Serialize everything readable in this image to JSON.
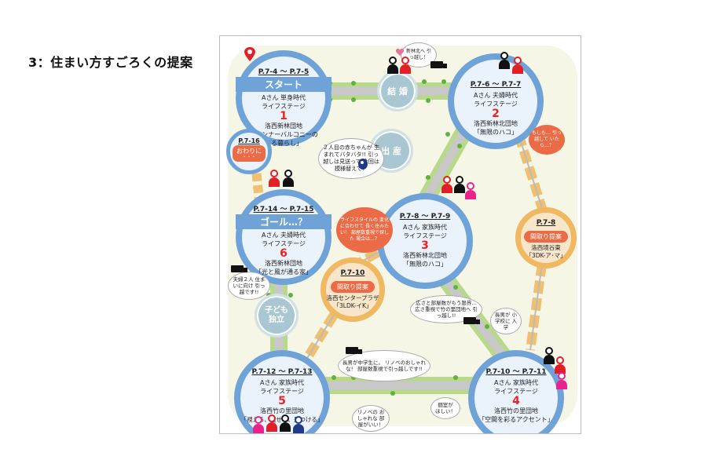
{
  "page": {
    "title": "3：住まい方すごろくの提案"
  },
  "nodes": [
    {
      "id": "start",
      "pages": "P.7-4 ～ P.7-5",
      "banner": "スタート",
      "person": "Aさん 単身時代",
      "stage_label": "ライフステージ",
      "stage_num": "1",
      "complex": "洛西新林団地",
      "plan": "「インナーバルコニーの ある暮らし」"
    },
    {
      "id": "stage2",
      "pages": "P.7-6 ～ P.7-7",
      "person": "Aさん 夫婦時代",
      "stage_label": "ライフステージ",
      "stage_num": "2",
      "complex": "洛西新林北団地",
      "plan": "「無限のハコ」"
    },
    {
      "id": "stage3",
      "pages": "P.7-8 ～ P.7-9",
      "person": "Aさん 家族時代",
      "stage_label": "ライフステージ",
      "stage_num": "3",
      "complex": "洛西新林北団地",
      "plan": "「無限のハコ」"
    },
    {
      "id": "stage4",
      "pages": "P.7-10 ～ P.7-11",
      "person": "Aさん 家族時代",
      "stage_label": "ライフステージ",
      "stage_num": "4",
      "complex": "洛西竹の里団地",
      "plan": "「空間を彩るアクセント」"
    },
    {
      "id": "stage5",
      "pages": "P.7-12 ～ P.7-13",
      "person": "Aさん 家族時代",
      "stage_label": "ライフステージ",
      "stage_num": "5",
      "complex": "洛西竹の里団地",
      "plan": "「視える、魅せる、見つける」"
    },
    {
      "id": "goal",
      "pages": "P.7-14 ～ P.7-15",
      "banner": "ゴール…？",
      "person": "Aさん 夫婦時代",
      "stage_label": "ライフステージ",
      "stage_num": "6",
      "complex": "洛西新林団地",
      "plan": "「光と風が通る家」"
    }
  ],
  "side_nodes": {
    "ending": {
      "pages": "P.7-16",
      "tag": "おわりに",
      "dots": "・・・"
    },
    "plan_a": {
      "pages": "P.7-8",
      "tag": "間取り提案",
      "complex": "洛西境谷東",
      "plan": "「3DK-ア･マ」"
    },
    "plan_b": {
      "pages": "P.7-10",
      "tag": "間取り提案",
      "complex": "洛西センタープラザ",
      "plan": "「3LDK-イK」"
    }
  },
  "events": {
    "marriage": "結 婚",
    "birth": "出 産",
    "independence": "子ども 独立"
  },
  "bubbles": {
    "move_north": "新林北へ 引っ越し！",
    "second_baby": "２人目の赤ちゃんが 生まれてバタバタ!! 引っ越しは見送って 今回は模様替えで！",
    "what_if_moved": "もしも… 引っ越して いたら…？",
    "lifestyle_change": "ライフスタイルの 変化に合わせて 長く住みたい！ 部屋数重視で探した 場合は…？",
    "couple_move": "夫婦２人 住まいに向け 引っ越です!!",
    "space_limit": "広さと部屋数がもう限界… 広さ重視で竹の里団地へ 引っ越し!!",
    "school_entry": "長男が 小学校に 入学",
    "junior_high": "長男が中学生に。 リノベのおしゃれな！ 部屋数重視で引っ越しです!!",
    "private_room": "個室が ほしい！",
    "renovated_room": "リノベの おしゃれな 部屋がいい！"
  },
  "colors": {
    "node_ring": "#6fa3d8",
    "node_fill": "#eaf2fb",
    "event_fill": "#a9c7d3",
    "alt_ring": "#f0b860",
    "tag_orange": "#ea6b45",
    "road_gray": "#bdbdbd",
    "road_green": "#b9d98a",
    "board_bg": "#f5f6e6",
    "stage_num": "#e22222"
  }
}
